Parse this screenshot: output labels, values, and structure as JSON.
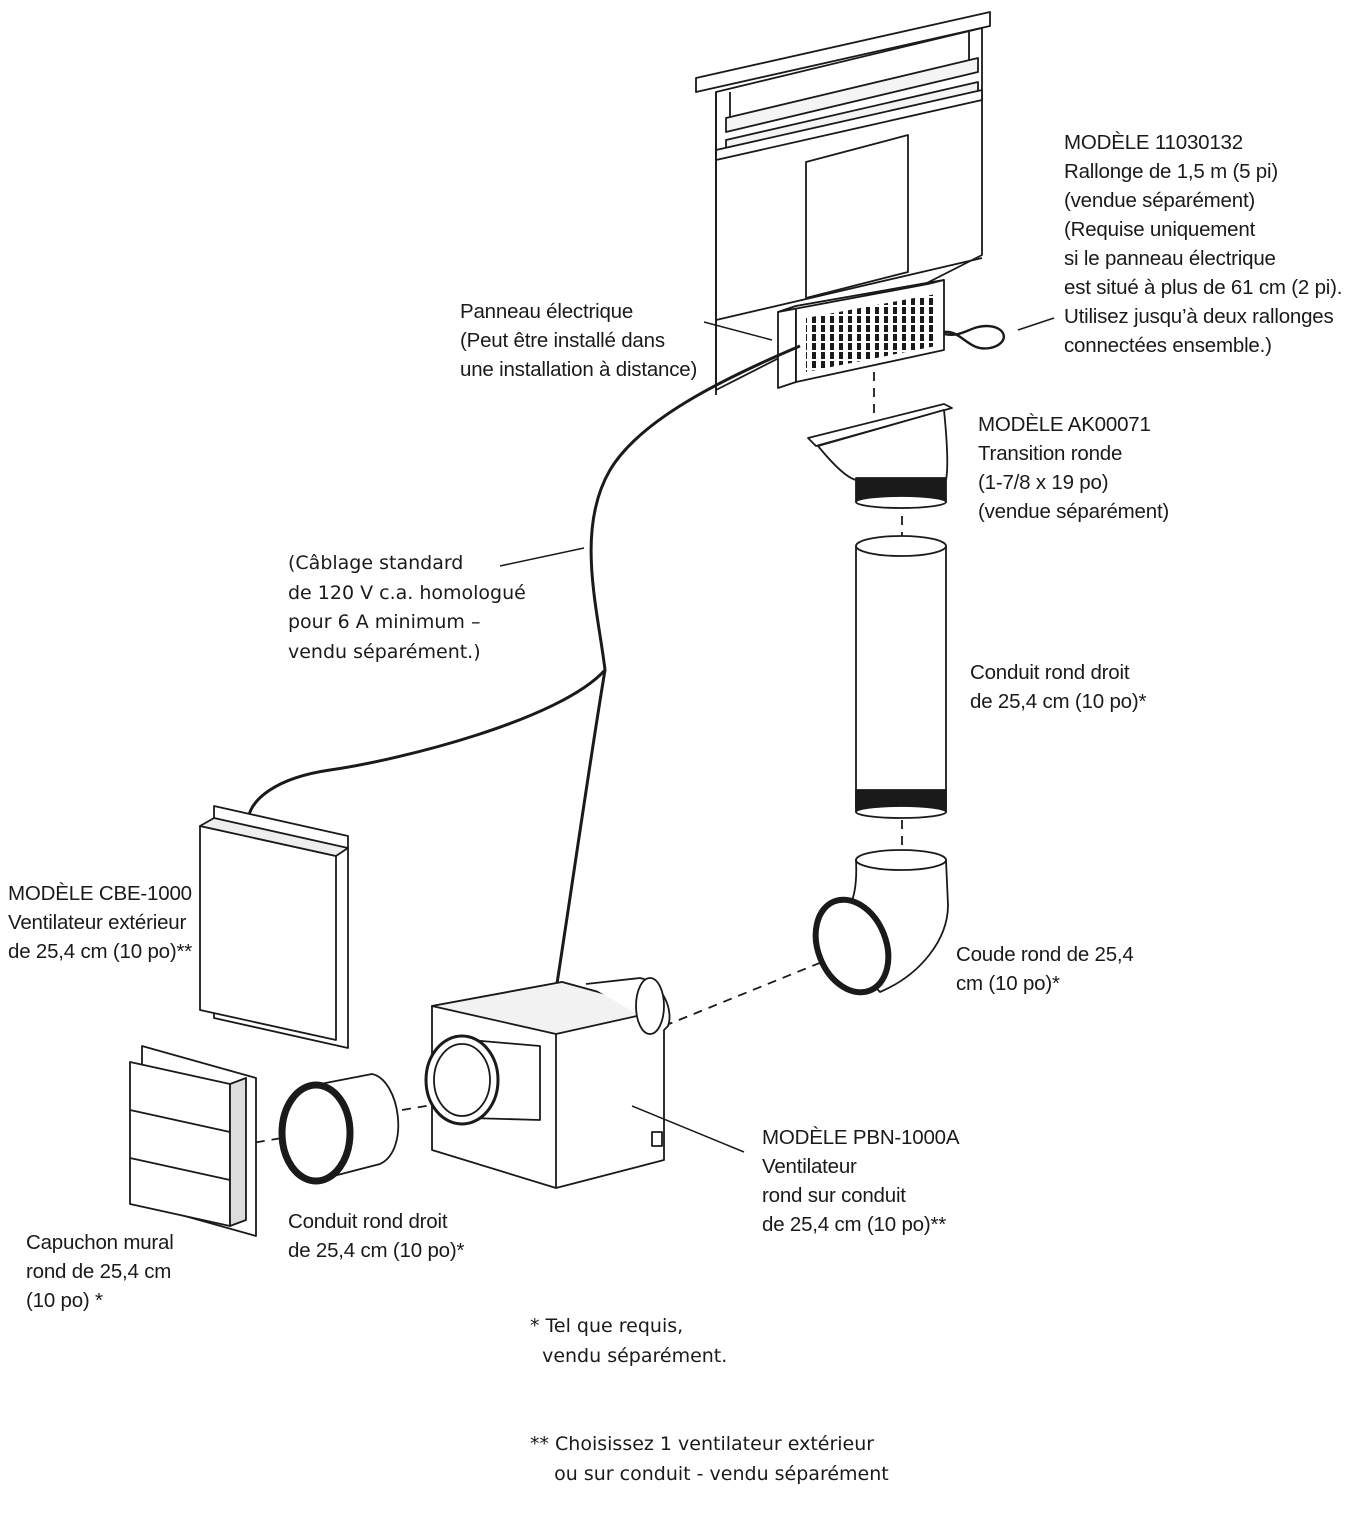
{
  "labels": {
    "extension_cord": [
      "MODÈLE 11030132",
      "Rallonge de 1,5 m (5 pi)",
      "(vendue séparément)",
      "(Requise uniquement",
      "si le panneau électrique",
      "est situé à plus de 61 cm (2 pi).",
      "Utilisez jusqu’à deux rallonges",
      "connectées ensemble.)"
    ],
    "electrical_panel": [
      "Panneau électrique",
      "(Peut être installé dans",
      "une installation à distance)"
    ],
    "round_transition": [
      "MODÈLE AK00071",
      "Transition ronde",
      "(1-7/8 x 19 po)",
      "(vendue séparément)"
    ],
    "wiring": [
      "(Câblage standard",
      "de 120 V c.a. homologué",
      "pour 6 A minimum –",
      "vendu séparément.)"
    ],
    "straight_duct_vertical": [
      "Conduit rond droit",
      "de 25,4 cm (10 po)*"
    ],
    "exterior_blower": [
      "MODÈLE CBE-1000",
      "Ventilateur extérieur",
      "de 25,4 cm (10 po)**"
    ],
    "round_elbow": [
      "Coude rond de 25,4",
      "cm (10 po)*"
    ],
    "inline_blower": [
      "MODÈLE PBN-1000A",
      "Ventilateur",
      "rond sur conduit",
      "de 25,4 cm (10 po)**"
    ],
    "wall_cap": [
      "Capuchon mural",
      "rond de 25,4 cm",
      "(10 po) *"
    ],
    "straight_duct_horizontal": [
      "Conduit rond droit",
      "de 25,4 cm (10 po)*"
    ],
    "footnotes": [
      "* Tel que requis,",
      "  vendu séparément.",
      "** Choisissez 1 ventilateur extérieur",
      "    ou sur conduit - vendu séparément"
    ]
  },
  "colors": {
    "line": "#1a1a1a",
    "fill": "#ffffff",
    "shade": "#e9e9e9"
  }
}
